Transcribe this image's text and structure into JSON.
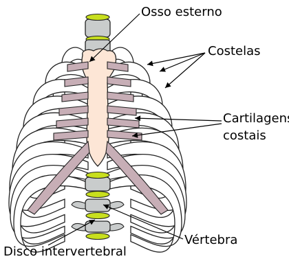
{
  "labels": {
    "sternum": "Osso esterno",
    "ribs": "Costelas",
    "costal_cartilage_line1": "Cartilagens",
    "costal_cartilage_line2": "costais",
    "vertebra": "Vértebra",
    "intervertebral_disc": "Disco intervertebral"
  },
  "colors": {
    "bone_fill": "#ffffff",
    "outline": "#222222",
    "sternum": "#fde6d6",
    "cartilage": "#c7aeb6",
    "vertebra": "#c9cccc",
    "disc": "#c8df1e"
  }
}
